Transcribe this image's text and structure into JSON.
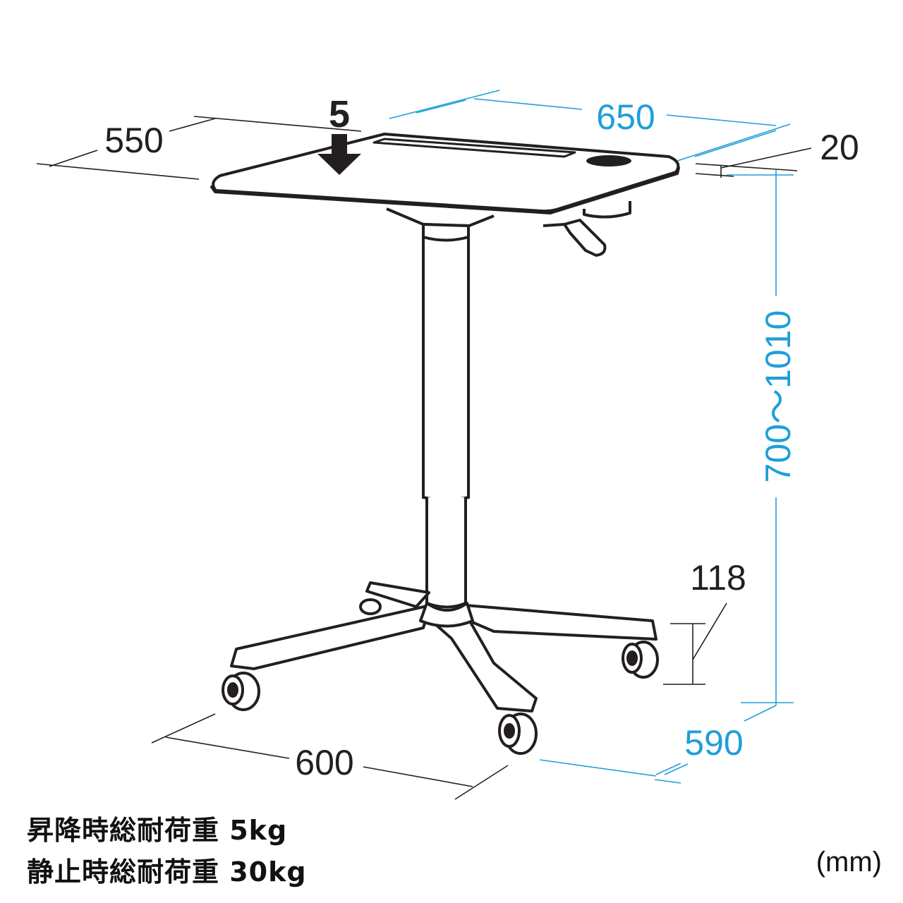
{
  "dimensions": {
    "width": "650",
    "depth": "550",
    "top_thickness": "20",
    "height_range": "700〜1010",
    "base_height": "118",
    "base_width": "600",
    "base_depth": "590",
    "load_arrow_value": "5"
  },
  "specs": {
    "lifting_load": "昇降時総耐荷重  5kg",
    "static_load": "静止時総耐荷重  30kg"
  },
  "unit": "(mm)",
  "colors": {
    "dimension_blue": "#1f9fd8",
    "line_black": "#231f20"
  }
}
